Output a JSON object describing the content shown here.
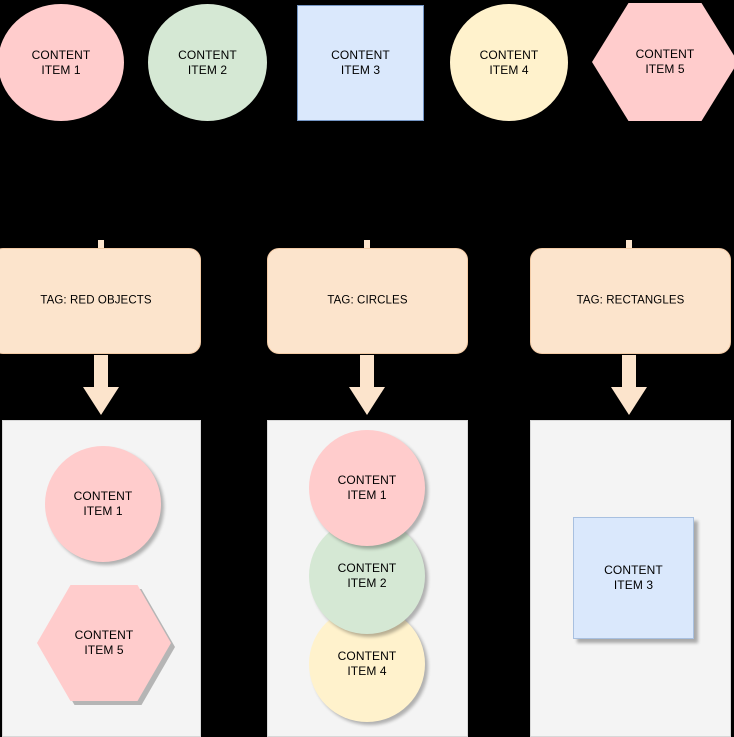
{
  "colors": {
    "background": "#000000",
    "pink": "#ffcccc",
    "green": "#d5e8d4",
    "blue": "#dae8fc",
    "yellow": "#fff2cc",
    "tag_orange": "#fce4cc",
    "panel_gray": "#f4f4f4",
    "text": "#000000"
  },
  "source_shapes": [
    {
      "id": "item1",
      "label": "CONTENT\nITEM 1",
      "shape": "circle",
      "color": "#ffcccc"
    },
    {
      "id": "item2",
      "label": "CONTENT\nITEM 2",
      "shape": "circle",
      "color": "#d5e8d4"
    },
    {
      "id": "item3",
      "label": "CONTENT\nITEM 3",
      "shape": "rectangle",
      "color": "#dae8fc"
    },
    {
      "id": "item4",
      "label": "CONTENT\nITEM 4",
      "shape": "circle",
      "color": "#fff2cc"
    },
    {
      "id": "item5",
      "label": "CONTENT\nITEM 5",
      "shape": "hexagon",
      "color": "#ffcccc"
    }
  ],
  "tags": [
    {
      "id": "tag-red-objects",
      "label": "TAG: RED OBJECTS"
    },
    {
      "id": "tag-circles",
      "label": "TAG: CIRCLES"
    },
    {
      "id": "tag-rectangles",
      "label": "TAG: RECTANGLES"
    }
  ],
  "arrows": [
    {
      "id": "arrow-red-objects",
      "direction": "down"
    },
    {
      "id": "arrow-circles",
      "direction": "down"
    },
    {
      "id": "arrow-rectangles",
      "direction": "down"
    }
  ],
  "result_panels": [
    {
      "id": "panel-red-objects",
      "items": [
        {
          "id": "result-item1",
          "label": "CONTENT\nITEM 1",
          "shape": "circle",
          "color": "#ffcccc"
        },
        {
          "id": "result-item5",
          "label": "CONTENT\nITEM 5",
          "shape": "hexagon",
          "color": "#ffcccc"
        }
      ]
    },
    {
      "id": "panel-circles",
      "items": [
        {
          "id": "result-item1b",
          "label": "CONTENT\nITEM 1",
          "shape": "circle",
          "color": "#ffcccc"
        },
        {
          "id": "result-item2",
          "label": "CONTENT\nITEM 2",
          "shape": "circle",
          "color": "#d5e8d4"
        },
        {
          "id": "result-item4",
          "label": "CONTENT\nITEM 4",
          "shape": "circle",
          "color": "#fff2cc"
        }
      ]
    },
    {
      "id": "panel-rectangles",
      "items": [
        {
          "id": "result-item3",
          "label": "CONTENT\nITEM 3",
          "shape": "rectangle",
          "color": "#dae8fc"
        }
      ]
    }
  ]
}
